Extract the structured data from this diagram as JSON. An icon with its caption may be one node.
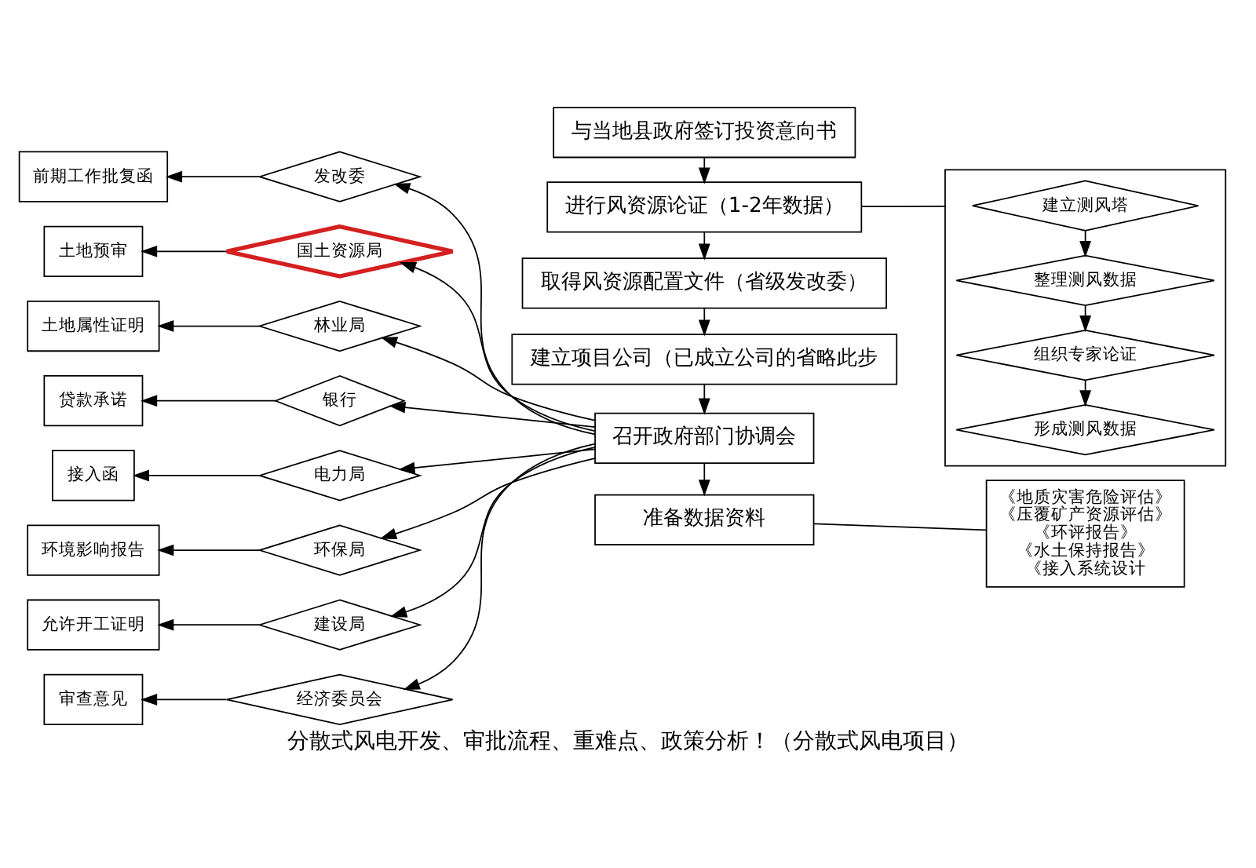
{
  "diagram": {
    "caption": "分散式风电开发、审批流程、重难点、政策分析！（分散式风电项目）",
    "nodes": [
      {
        "text": [
          "与当地县政府签订投资意向书"
        ]
      },
      {
        "text": [
          "进行风资源论证（1-2年数据）"
        ]
      },
      {
        "text": [
          "取得风资源配置文件（省级发改委）"
        ]
      },
      {
        "text": [
          "建立项目公司（已成立公司的省略此步"
        ]
      },
      {
        "text": [
          "召开政府部门协调会"
        ]
      },
      {
        "text": [
          "准备数据资料"
        ]
      },
      {
        "text": [],
        "shape": "box"
      },
      {
        "text": [
          "建立测风塔"
        ],
        "in": 6
      },
      {
        "text": [
          "整理测风数据"
        ],
        "in": 6
      },
      {
        "text": [
          "组织专家论证"
        ],
        "in": 6
      },
      {
        "text": [
          "形成测风数据"
        ],
        "in": 6
      },
      {
        "text": [
          "《地质灾害危险评估》",
          "《压覆矿产资源评估》",
          "《环评报告》",
          "《水土保持报告》",
          "《接入系统设计"
        ]
      },
      {
        "text": [
          "发改委"
        ]
      },
      {
        "text": [
          "国土资源局"
        ]
      },
      {
        "text": [
          "林业局"
        ]
      },
      {
        "text": [
          "银行"
        ]
      },
      {
        "text": [
          "电力局"
        ]
      },
      {
        "text": [
          "环保局"
        ]
      },
      {
        "text": [
          "建设局"
        ]
      },
      {
        "text": [
          "经济委员会"
        ]
      },
      {
        "text": [
          "前期工作批复函"
        ]
      },
      {
        "text": [
          "土地预审"
        ]
      },
      {
        "text": [
          "土地属性证明"
        ]
      },
      {
        "text": [
          "贷款承诺"
        ]
      },
      {
        "text": [
          "接入函"
        ]
      },
      {
        "text": [
          "环境影响报告"
        ]
      },
      {
        "text": [
          "允许开工证明"
        ]
      },
      {
        "text": [
          "审查意见"
        ]
      }
    ],
    "edges": [
      {
        "from": 0,
        "to": 1,
        "arrow": "to"
      },
      {
        "from": 1,
        "to": 2,
        "arrow": "to"
      },
      {
        "from": 2,
        "to": 3,
        "arrow": "to"
      },
      {
        "from": 3,
        "to": 4,
        "arrow": "to"
      },
      {
        "from": 4,
        "to": 5,
        "arrow": "to"
      },
      {
        "from": 1,
        "to": 6,
        "arrow": "none"
      },
      {
        "from": 7,
        "to": 8,
        "arrow": "to"
      },
      {
        "from": 8,
        "to": 9,
        "arrow": "to"
      },
      {
        "from": 9,
        "to": 10,
        "arrow": "to"
      },
      {
        "from": 5,
        "to": 11,
        "arrow": "none"
      },
      {
        "from": 4,
        "to": 12,
        "arrow": "to"
      },
      {
        "from": 4,
        "to": 13,
        "arrow": "to"
      },
      {
        "from": 4,
        "to": 14,
        "arrow": "to"
      },
      {
        "from": 4,
        "to": 15,
        "arrow": "to"
      },
      {
        "from": 4,
        "to": 16,
        "arrow": "to"
      },
      {
        "from": 4,
        "to": 17,
        "arrow": "to"
      },
      {
        "from": 4,
        "to": 18,
        "arrow": "to"
      },
      {
        "from": 4,
        "to": 19,
        "arrow": "to"
      },
      {
        "from": 12,
        "to": 20,
        "arrow": "to"
      },
      {
        "from": 13,
        "to": 21,
        "arrow": "to"
      },
      {
        "from": 14,
        "to": 22,
        "arrow": "to"
      },
      {
        "from": 15,
        "to": 23,
        "arrow": "to"
      },
      {
        "from": 16,
        "to": 24,
        "arrow": "to"
      },
      {
        "from": 17,
        "to": 25,
        "arrow": "to"
      },
      {
        "from": 18,
        "to": 26,
        "arrow": "to"
      },
      {
        "from": 19,
        "to": 27,
        "arrow": "to"
      }
    ]
  }
}
